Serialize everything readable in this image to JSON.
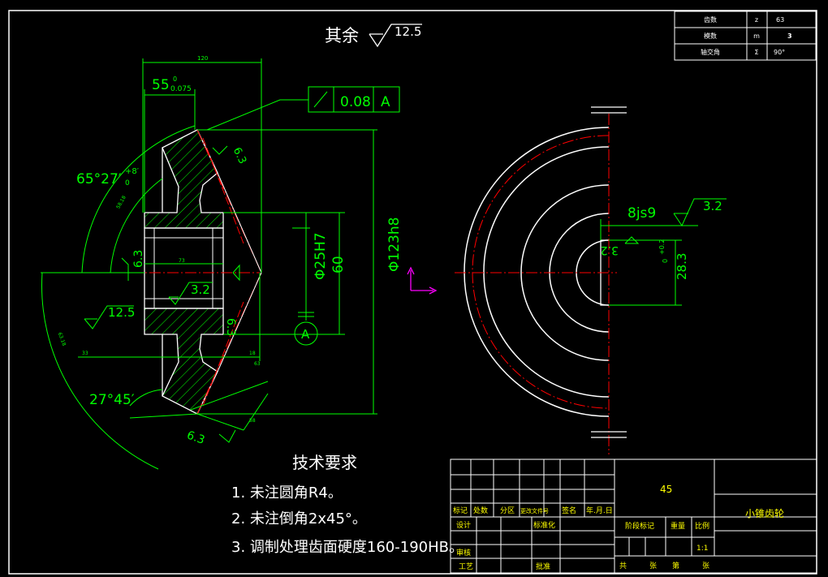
{
  "colors": {
    "background": "#000000",
    "outline": "#ffffff",
    "dimension": "#00ff00",
    "centerline": "#ff0000",
    "title_text": "#ffff00",
    "ucs_icon": "#ff00ff"
  },
  "surface_note": {
    "label": "其余",
    "roughness": "12.5"
  },
  "param_table": [
    {
      "name": "齿数",
      "symbol": "z",
      "value": "63"
    },
    {
      "name": "模数",
      "symbol": "m",
      "value": "3"
    },
    {
      "name": "轴交角",
      "symbol": "Σ",
      "value": "90°"
    }
  ],
  "front_view": {
    "dim_total_width": "120",
    "dim_hub": "55",
    "dim_hub_tol": "0.075",
    "dim_hub_tol_upper": "0",
    "tolerance_frame": {
      "value": "0.08",
      "datum": "A"
    },
    "cone_angle": "65°27′",
    "cone_angle_tol": "+8′",
    "cone_angle_tol_lower": "0",
    "back_angle": "27°45′",
    "rough_face": "6.3",
    "rough_back": "6.3",
    "rough_bore": "3.2",
    "rough_left": "6.3",
    "rough_hub": "12.5",
    "rough_bottom": "6.3",
    "dim_bore": "Φ25H7",
    "dim_hub_dia": "60",
    "dim_outer_dia": "Φ123h8",
    "datum_label": "A",
    "dim_hub_len": "73",
    "dim_left": "33",
    "dim_right": "18",
    "dim_e": "63",
    "dim_slant": "58",
    "dim_arc_a": "58.18",
    "dim_arc_b": "63.18"
  },
  "side_view": {
    "keyway_width": "8js9",
    "keyway_rough": "3.2",
    "keyway_side_rough": "3.2",
    "keyway_depth": "28.3",
    "keyway_depth_tol": "+0.2",
    "keyway_depth_tol_lower": "0"
  },
  "tech_req": {
    "title": "技术要求",
    "items": [
      "1. 未注圆角R4。",
      "2. 未注倒角2x45°。",
      "3. 调制处理齿面硬度160-190HB。"
    ]
  },
  "title_block": {
    "material": "45",
    "part_name": "小锥齿轮",
    "scale": "1:1",
    "headers": [
      "标记",
      "处数",
      "分区",
      "更改文件号",
      "签名",
      "年.月.日"
    ],
    "row_design": "设计",
    "row_standard": "标准化",
    "row_review": "审核",
    "row_process": "工艺",
    "row_approve": "批准",
    "stage_mark": "阶段标记",
    "weight": "重量",
    "ratio": "比例",
    "total": "共",
    "sheet_unit": "张",
    "sheet_no": "第",
    "sheet_unit2": "张"
  }
}
